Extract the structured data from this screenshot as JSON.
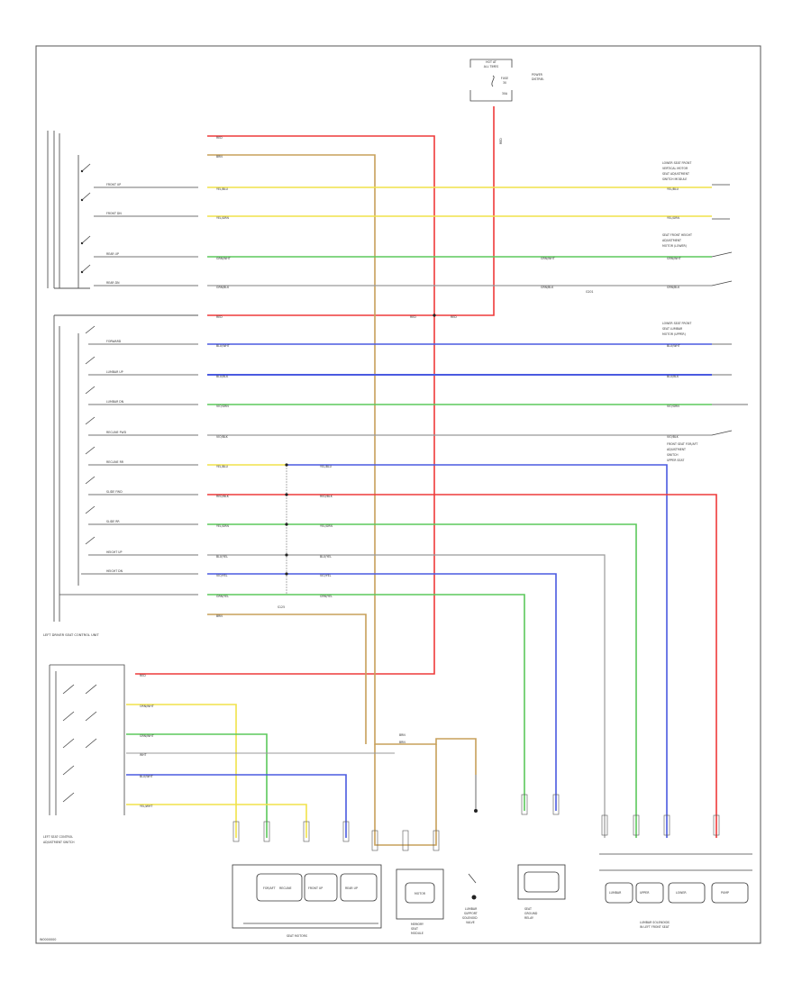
{
  "figure_id": "W0000000",
  "fuse": {
    "lines": [
      "HOT AT",
      "ALL TIMES",
      "FUSE",
      "30",
      "30A"
    ],
    "side_note": [
      "POWER",
      "DISTRIB."
    ]
  },
  "panels": {
    "upper_right_1": [
      "LOWER SEAT FRONT",
      "VERTICAL MOTOR",
      "SEAT ADJUSTMENT",
      "SWITCH MODULE"
    ],
    "upper_right_2": [
      "SEAT FRONT HEIGHT",
      "ADJUSTMENT",
      "MOTOR (LOWER)"
    ],
    "upper_right_3": [
      "LOWER SEAT FRONT",
      "SEAT LUMBAR",
      "MOTOR (UPPER)"
    ],
    "upper_right_4": [
      "FRONT SEAT FOR/AFT",
      "ADJUSTMENT",
      "SWITCH",
      "UPPER SEAT"
    ],
    "control_unit": "LEFT DRIVER SEAT CONTROL UNIT",
    "left_switch": [
      "LEFT SEAT CONTROL",
      "ADJUSTMENT SWITCH"
    ]
  },
  "wires": {
    "red": "RED",
    "brn": "BRN",
    "yel_blu": "YEL/BLU",
    "yel_grn": "YEL/GRN",
    "grn_wht": "GRN/WHT",
    "grn_blk": "GRN/BLK",
    "blu_wht": "BLU/WHT",
    "blu_blk": "BLU/BLK",
    "vio_grn": "VIO/GRN",
    "vio_blk": "VIO/BLK",
    "red_blk": "RED/BLK",
    "yel_grn2": "YEL/GRN",
    "blu_yel": "BLU/YEL",
    "vio_yel": "VIO/YEL",
    "grn_yel": "GRN/YEL",
    "orn_wht": "ORN/WHT",
    "wht": "WHT",
    "yel_wht": "YEL/WHT"
  },
  "switch_labels": [
    "FRONT UP",
    "FRONT DN",
    "REAR UP",
    "REAR DN",
    "FORWARD",
    "LUMBAR UP",
    "LUMBAR DN",
    "RECLINE FWD",
    "RECLINE RR",
    "SLIDE FWD",
    "SLIDE RR",
    "HEIGHT UP",
    "HEIGHT DN"
  ],
  "splice": "S125",
  "ground": "G201",
  "bottom": {
    "motor_group_label": "SEAT MOTORS",
    "motor_names": [
      "FOR/AFT",
      "RECLINE",
      "FRONT UP",
      "REAR UP"
    ],
    "pinion": "MOTOR",
    "memory_module": [
      "MEMORY",
      "SEAT",
      "MODULE"
    ],
    "lumbar_label": [
      "LUMBAR",
      "SUPPORT",
      "SOLENOID",
      "VALVE"
    ],
    "ground_label": [
      "SEAT",
      "GROUND",
      "RELAY"
    ],
    "right_group_label": [
      "LUMBAR SOLENOIDS",
      "IN LEFT FRONT SEAT"
    ],
    "right_parts": [
      "LUMBAR",
      "UPPER",
      "LOWER",
      "PUMP"
    ]
  },
  "colors": {
    "red": "#ee3a3a",
    "yellow": "#f0e24a",
    "green": "#5cc85c",
    "blue": "#4a5ae0",
    "brown": "#c7a05a",
    "gray": "#999999"
  }
}
